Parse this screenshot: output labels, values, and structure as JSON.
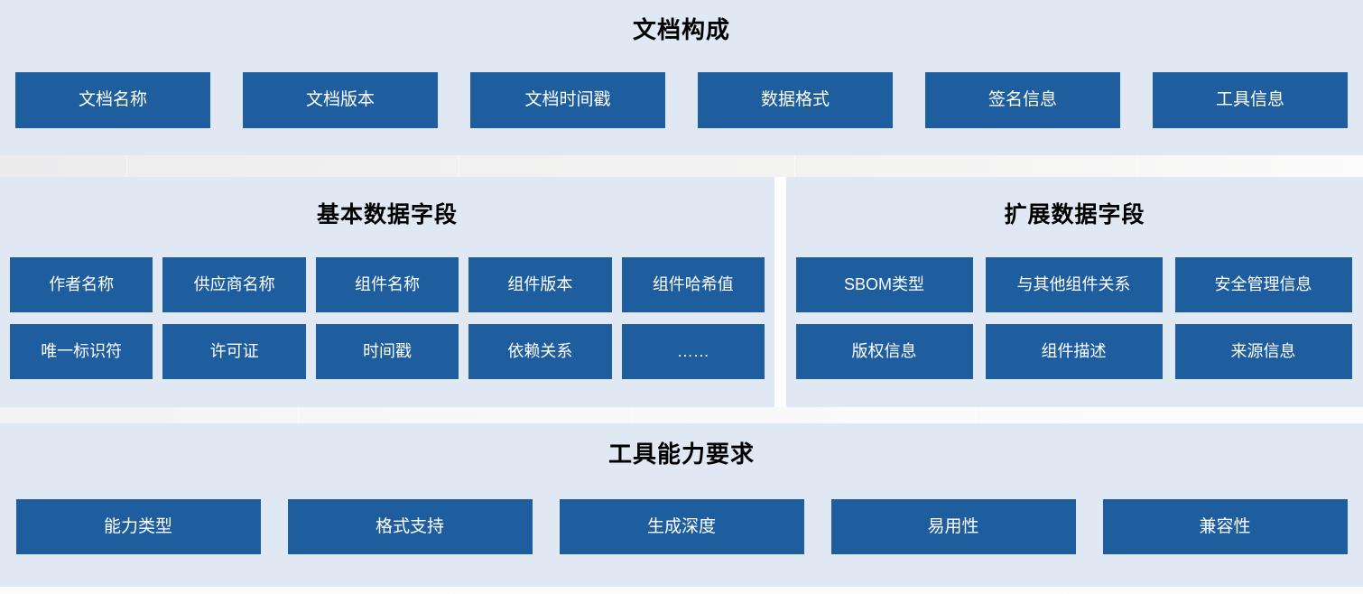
{
  "sections": [
    {
      "id": "document",
      "title": "文档构成",
      "items": [
        "文档名称",
        "文档版本",
        "文档时间戳",
        "数据格式",
        "签名信息",
        "工具信息"
      ]
    },
    {
      "id": "basic",
      "title": "基本数据字段",
      "row1": [
        "作者名称",
        "供应商名称",
        "组件名称",
        "组件版本",
        "组件哈希值"
      ],
      "row2": [
        "唯一标识符",
        "许可证",
        "时间戳",
        "依赖关系",
        "……"
      ]
    },
    {
      "id": "extended",
      "title": "扩展数据字段",
      "row1": [
        "SBOM类型",
        "与其他组件关系",
        "安全管理信息"
      ],
      "row2": [
        "版权信息",
        "组件描述",
        "来源信息"
      ]
    },
    {
      "id": "tool",
      "title": "工具能力要求",
      "items": [
        "能力类型",
        "格式支持",
        "生成深度",
        "易用性",
        "兼容性"
      ]
    }
  ],
  "colors": {
    "chip_fill": "#1f5e9e",
    "panel_background": "#dfe8f3",
    "chip_text": "#ffffff",
    "title_text": "#000000",
    "gap_band": "#f4f4f4"
  }
}
